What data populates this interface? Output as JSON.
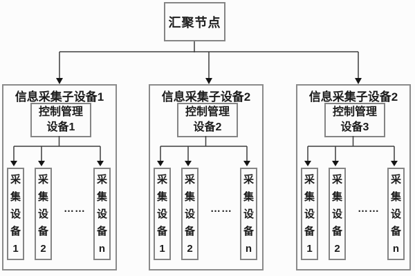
{
  "diagram": {
    "root_label": "汇聚节点",
    "groups": [
      {
        "title": "信息采集子设备1",
        "controller_line1": "控制管理",
        "controller_line2": "设备1",
        "devices": [
          "采集设备1",
          "采集设备2",
          "采集设备n"
        ],
        "ellipsis": "……"
      },
      {
        "title": "信息采集子设备2",
        "controller_line1": "控制管理",
        "controller_line2": "设备2",
        "devices": [
          "采集设备1",
          "采集设备2",
          "采集设备n"
        ],
        "ellipsis": "……"
      },
      {
        "title": "信息采集子设备2",
        "controller_line1": "控制管理",
        "controller_line2": "设备3",
        "devices": [
          "采集设备1",
          "采集设备2",
          "采集设备n"
        ],
        "ellipsis": "……"
      }
    ],
    "colors": {
      "border": "#8a8a8a",
      "line": "#3c3c3c",
      "text": "#1b1b1b",
      "background": "#fcfcfc"
    }
  }
}
